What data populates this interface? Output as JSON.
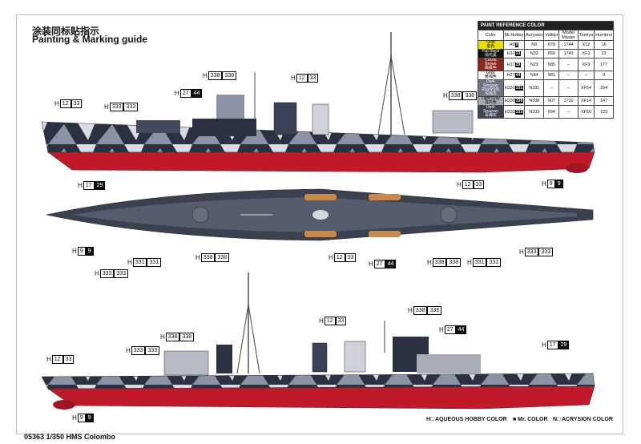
{
  "header": {
    "title_cn": "涂装同标贴指示",
    "title_en": "Painting & Marking guide"
  },
  "footer": {
    "product": "05363 1/350 HMS Colombo"
  },
  "legend": {
    "aqueous": "H□ AQUEOUS HOBBY COLOR",
    "mr": "■ Mr. COLOR",
    "acrysion": "N□ ACRYSION COLOR"
  },
  "paint_table": {
    "title": "PAINT REFERENCE COLOR",
    "columns": [
      "Color",
      "Mr.Hobby",
      "Acrysion",
      "Vallejo",
      "Model Master",
      "Tamiya",
      "Humbrol"
    ],
    "rows": [
      {
        "name": "Gold",
        "name_cn": "金色",
        "swatch": "#e8e000",
        "text_color": "#000",
        "h": "9",
        "n": "9",
        "vallejo": "878",
        "mm": "1744",
        "tamiya": "X12",
        "humbrol": "16"
      },
      {
        "name": "Flat Black",
        "name_cn": "消光黑",
        "swatch": "#111111",
        "text_color": "#fff",
        "h": "12",
        "n": "33",
        "vallejo": "950",
        "mm": "1749",
        "tamiya": "XF1",
        "humbrol": "33"
      },
      {
        "name": "Cocoa Brown",
        "name_cn": "褐底色",
        "swatch": "#8b2a20",
        "text_color": "#fff",
        "h": "17",
        "n": "29",
        "vallejo": "985",
        "mm": "–",
        "tamiya": "XF9",
        "humbrol": "177"
      },
      {
        "name": "Gray",
        "name_cn": "黄褐色",
        "swatch": "#ffffff",
        "text_color": "#000",
        "h": "27",
        "n": "44",
        "vallejo": "981",
        "mm": "–",
        "tamiya": "–",
        "humbrol": "9"
      },
      {
        "name": "Dark Seagray RN(WSB)",
        "name_cn": "深海灰",
        "swatch": "#6d7483",
        "text_color": "#fff",
        "h": "331",
        "n": "331",
        "vallejo": "–",
        "mm": "–",
        "tamiya": "XF54",
        "humbrol": "164"
      },
      {
        "name": "Light Gray",
        "name_cn": "浅灰色",
        "swatch": "#a6a9ad",
        "text_color": "#000",
        "h": "338",
        "n": "338",
        "vallejo": "907",
        "mm": "1732",
        "tamiya": "XF14",
        "humbrol": "147"
      },
      {
        "name": "Dark Seagray",
        "name_cn": "深海灰",
        "swatch": "#3d4454",
        "text_color": "#fff",
        "h": "333",
        "n": "333",
        "vallejo": "994",
        "mm": "–",
        "tamiya": "XF50",
        "humbrol": "123"
      }
    ]
  },
  "callouts": [
    {
      "h": "12",
      "n": "33",
      "dark": false
    },
    {
      "h": "333",
      "n": "333",
      "dark": false
    },
    {
      "h": "27",
      "n": "44",
      "dark": true
    },
    {
      "h": "338",
      "n": "338",
      "dark": false
    },
    {
      "h": "12",
      "n": "33",
      "dark": false
    },
    {
      "h": "338",
      "n": "338",
      "dark": false
    },
    {
      "h": "17",
      "n": "29",
      "dark": true
    },
    {
      "h": "9",
      "n": "9",
      "dark": true
    },
    {
      "h": "12",
      "n": "33",
      "dark": false
    },
    {
      "h": "9",
      "n": "9",
      "dark": true
    },
    {
      "h": "9",
      "n": "9",
      "dark": true
    },
    {
      "h": "17",
      "n": "29",
      "dark": true
    },
    {
      "h": "331",
      "n": "331",
      "dark": false
    },
    {
      "h": "338",
      "n": "338",
      "dark": false
    },
    {
      "h": "12",
      "n": "33",
      "dark": false
    },
    {
      "h": "27",
      "n": "44",
      "dark": true
    },
    {
      "h": "338",
      "n": "338",
      "dark": false
    },
    {
      "h": "331",
      "n": "331",
      "dark": false
    },
    {
      "h": "333",
      "n": "333",
      "dark": false
    },
    {
      "h": "333",
      "n": "333",
      "dark": false
    },
    {
      "h": "338",
      "n": "338",
      "dark": false
    },
    {
      "h": "12",
      "n": "33",
      "dark": false
    },
    {
      "h": "338",
      "n": "338",
      "dark": false
    },
    {
      "h": "27",
      "n": "44",
      "dark": true
    },
    {
      "h": "333",
      "n": "333",
      "dark": false
    },
    {
      "h": "12",
      "n": "33",
      "dark": false
    },
    {
      "h": "17",
      "n": "29",
      "dark": true
    },
    {
      "h": "9",
      "n": "9",
      "dark": true
    }
  ]
}
